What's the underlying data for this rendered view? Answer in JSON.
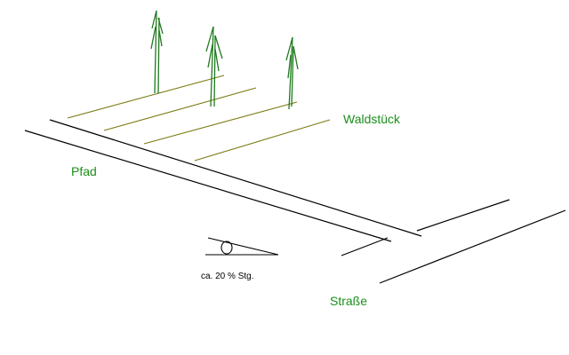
{
  "labels": {
    "forest": "Waldstück",
    "path": "Pfad",
    "road": "Straße",
    "slope": "ca. 20 % Stg."
  },
  "colors": {
    "label_green": "#1a8f1a",
    "forest_lines": "#7a7a12",
    "trees": "#1f7a1f",
    "ink": "#000000",
    "background": "#ffffff"
  }
}
